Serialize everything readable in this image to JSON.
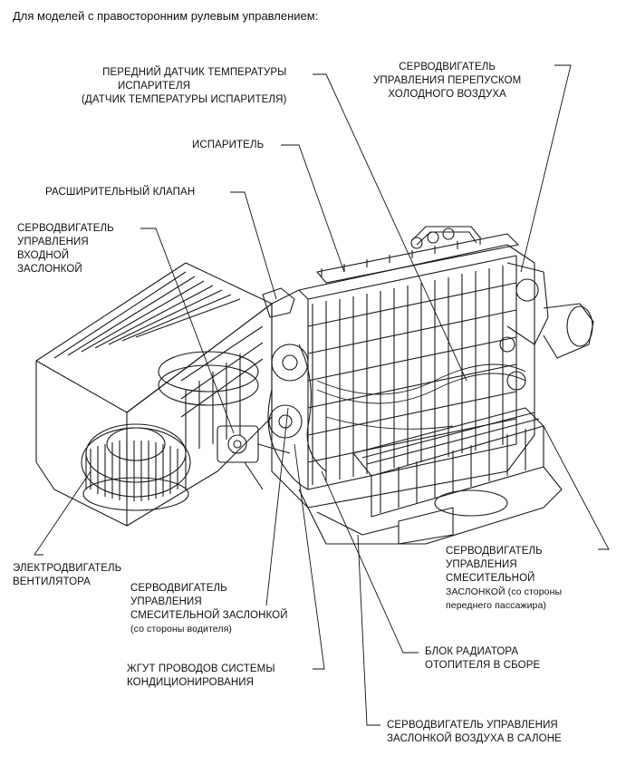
{
  "heading": "Для моделей с правосторонним рулевым управлением:",
  "labels": {
    "front_sensor": [
      "ПЕРЕДНИЙ ДАТЧИК ТЕМПЕРАТУРЫ",
      "ИСПАРИТЕЛЯ",
      "(ДАТЧИК ТЕМПЕРАТУРЫ ИСПАРИТЕЛЯ)"
    ],
    "bypass_servo": [
      "СЕРВОДВИГАТЕЛЬ",
      "УПРАВЛЕНИЯ ПЕРЕПУСКОМ",
      "ХОЛОДНОГО ВОЗДУХА"
    ],
    "evaporator": [
      "ИСПАРИТЕЛЬ"
    ],
    "expansion_valve": [
      "РАСШИРИТЕЛЬНЫЙ КЛАПАН"
    ],
    "inlet_servo": [
      "СЕРВОДВИГАТЕЛЬ",
      "УПРАВЛЕНИЯ",
      "ВХОДНОЙ",
      "ЗАСЛОНКОЙ"
    ],
    "blower_motor": [
      "ЭЛЕКТРОДВИГАТЕЛЬ",
      "ВЕНТИЛЯТОРА"
    ],
    "mix_servo_driver": [
      "СЕРВОДВИГАТЕЛЬ",
      "УПРАВЛЕНИЯ",
      "СМЕСИТЕЛЬНОЙ ЗАСЛОНКОЙ",
      "(со стороны водителя)"
    ],
    "harness": [
      "ЖГУТ ПРОВОДОВ СИСТЕМЫ",
      "КОНДИЦИОНИРОВАНИЯ"
    ],
    "mix_servo_passenger": [
      "СЕРВОДВИГАТЕЛЬ",
      "УПРАВЛЕНИЯ",
      "СМЕСИТЕЛЬНОЙ",
      "ЗАСЛОНКОЙ (со стороны",
      "переднего пассажира)"
    ],
    "heater_core": [
      "БЛОК РАДИАТОРА",
      "ОТОПИТЕЛЯ В СБОРЕ"
    ],
    "cabin_air_servo": [
      "СЕРВОДВИГАТЕЛЬ УПРАВЛЕНИЯ",
      "ЗАСЛОНКОЙ ВОЗДУХА В САЛОНЕ"
    ]
  }
}
